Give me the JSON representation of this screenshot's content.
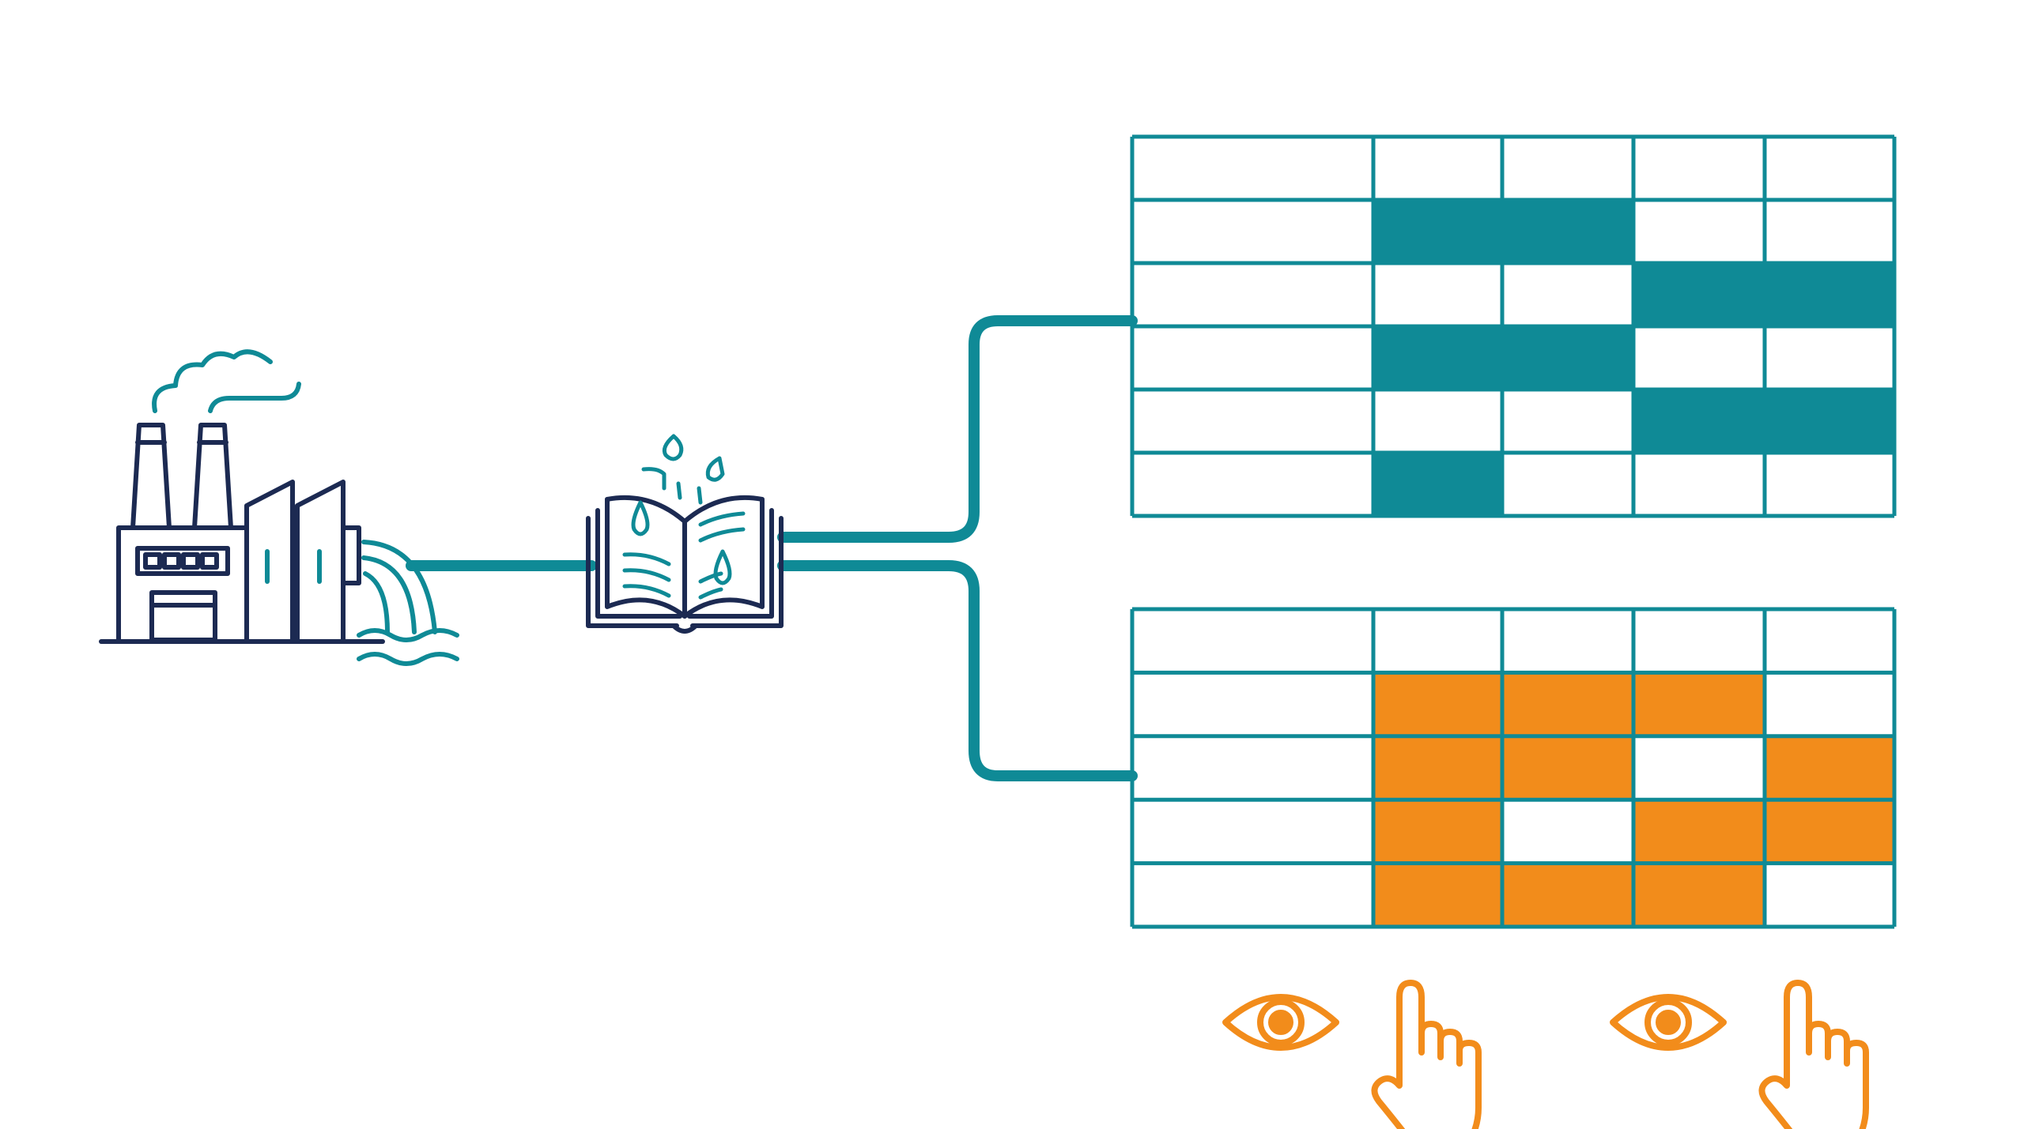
{
  "colors": {
    "teal": "#0f8a96",
    "navy": "#1c2a52",
    "orange": "#f28c1b",
    "background": "#ffffff"
  },
  "icons": {
    "source": "factory-icon",
    "outflow": "water-discharge-icon",
    "reference": "open-book-icon",
    "observe": "eye-icon",
    "select": "pointing-hand-icon"
  },
  "top_table": {
    "rows": 6,
    "columns": 5,
    "filled_color": "teal",
    "filled": [
      [
        false,
        false,
        false,
        false,
        false
      ],
      [
        false,
        true,
        true,
        false,
        false
      ],
      [
        false,
        false,
        false,
        true,
        true
      ],
      [
        false,
        true,
        true,
        false,
        false
      ],
      [
        false,
        false,
        false,
        true,
        true
      ],
      [
        false,
        true,
        false,
        false,
        false
      ]
    ]
  },
  "bottom_table": {
    "rows": 5,
    "columns": 5,
    "filled_color": "orange",
    "filled": [
      [
        false,
        false,
        false,
        false,
        false
      ],
      [
        false,
        true,
        true,
        true,
        false
      ],
      [
        false,
        true,
        true,
        false,
        true
      ],
      [
        false,
        true,
        false,
        true,
        true
      ],
      [
        false,
        true,
        true,
        true,
        false
      ]
    ]
  },
  "bottom_icon_sequence": [
    "eye-icon",
    "pointing-hand-icon",
    "eye-icon",
    "pointing-hand-icon"
  ]
}
